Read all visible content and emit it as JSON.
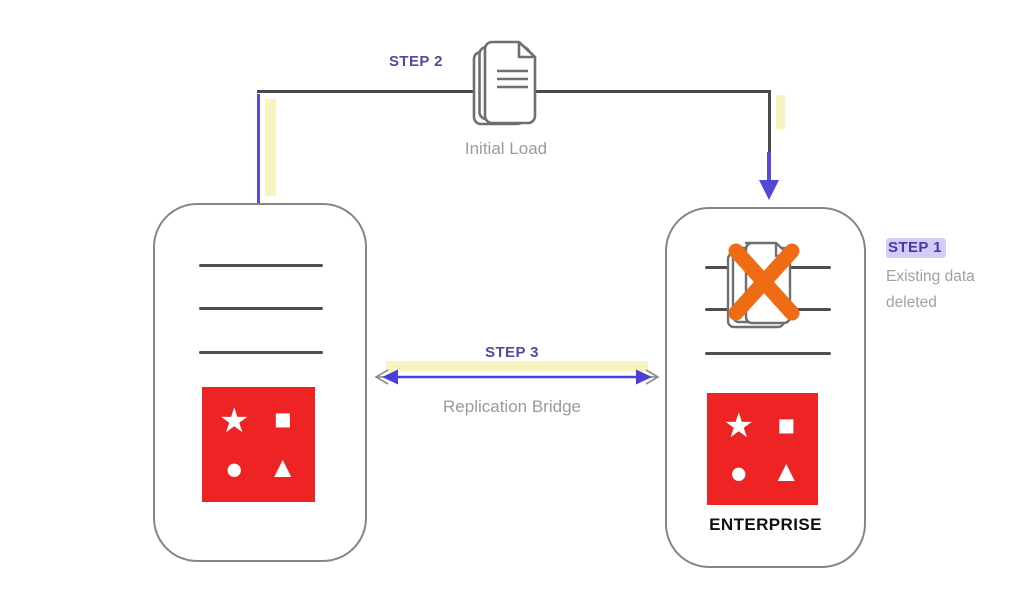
{
  "steps": {
    "step1": {
      "label": "STEP 1",
      "caption": [
        "Existing data",
        "deleted"
      ]
    },
    "step2": {
      "label": "STEP 2",
      "caption": "Initial Load"
    },
    "step3": {
      "label": "STEP 3",
      "caption": "Replication Bridge"
    }
  },
  "servers": {
    "source": {
      "role": "source database server"
    },
    "target": {
      "role": "enterprise database server",
      "badge": "ENTERPRISE"
    }
  },
  "logo": {
    "glyphs": [
      "★",
      "■",
      "●",
      "▲"
    ],
    "shape_names": [
      "star",
      "square",
      "circle",
      "triangle"
    ],
    "background": "#ee2424"
  },
  "icons": {
    "top_center": "document-stack",
    "target_overlay": "document-stack-crossed-out",
    "cross_color": "#ef6c15"
  },
  "colors": {
    "flow_purple": "#5a4ad8",
    "arrow_purple": "#4b3fd6",
    "highlight_yellow": "#f8f4c2",
    "dark_line": "#4a4a4a",
    "gray_text": "#9b9b9b",
    "logo_red": "#ee2424",
    "cross_orange": "#ef6c15",
    "server_border": "#858585",
    "step_label": "#534a9c"
  }
}
